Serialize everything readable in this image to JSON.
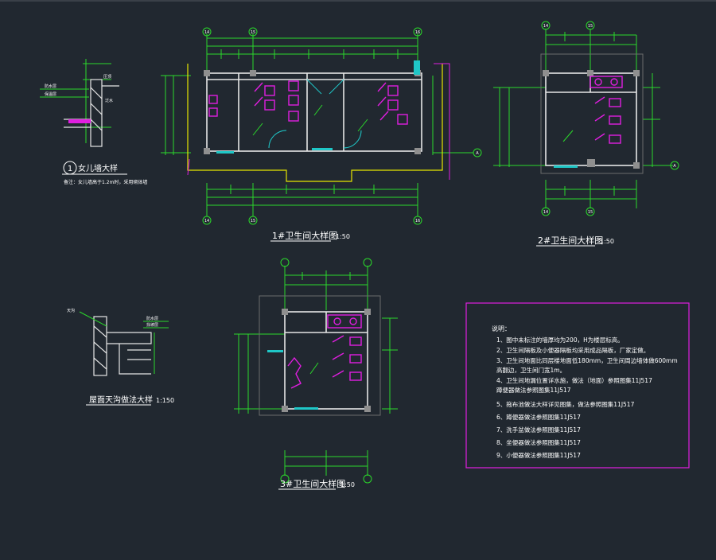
{
  "colors": {
    "background": "#212830",
    "dimension": "#2bd92b",
    "wall": "#e6e6e6",
    "fixture": "#e01ee0",
    "column": "#1fc7c7",
    "outline": "#e6e600",
    "text": "#ffffff",
    "notes_border": "#e01ee0"
  },
  "parapet_detail": {
    "number": "1",
    "title": "女儿墙大样",
    "note": "备注：女儿墙高于1.2m时，采用砌体墙"
  },
  "plan_1": {
    "title": "1#卫生间大样图",
    "scale": "1:50",
    "axis_top": [
      "14",
      "15",
      "16"
    ],
    "axis_bottom": [
      "14",
      "15",
      "16"
    ],
    "axis_right": "A"
  },
  "plan_2": {
    "title": "2#卫生间大样图",
    "scale": "1:50",
    "axis_top": [
      "14",
      "15"
    ],
    "axis_bottom": [
      "14",
      "15"
    ],
    "axis_right": "A"
  },
  "plan_3": {
    "title": "3#卫生间大样图",
    "scale": "1:50",
    "axis_top": [],
    "axis_bottom": []
  },
  "canopy_detail": {
    "title": "屋面天沟做法大样",
    "scale": "1:150"
  },
  "notes": {
    "heading": "说明：",
    "items": [
      "1、图中未标注的墙厚均为200，H为楼层标高。",
      "2、卫生间隔板及小便器隔板均采用成品隔板，厂家定做。",
      "3、卫生间地面比同层楼地面低180mm，卫生间周边墙体做600mm",
      "   高翻边，卫生间门宽1m。",
      "4、卫生间地漏位置详水施，做法（地面）参照图集11J517",
      "   蹲便器做法参照图集11J517",
      "5、拖布池做法大样详见图集，做法参照图集11J517",
      "6、蹲便器做法参照图集11J517",
      "7、洗手盆做法参照图集11J517",
      "8、坐便器做法参照图集11J517",
      "9、小便器做法参照图集11J517"
    ]
  }
}
